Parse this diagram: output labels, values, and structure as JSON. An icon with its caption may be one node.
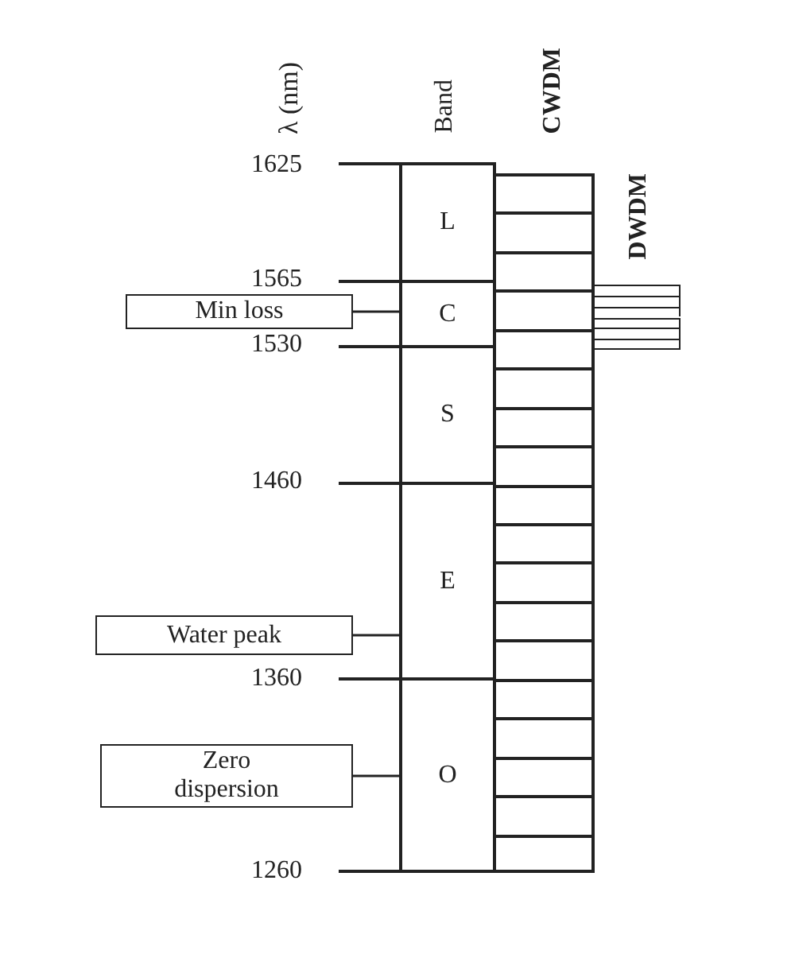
{
  "diagram": {
    "nodes": [
      {
        "text": [
          "L"
        ]
      },
      {
        "text": [
          "C"
        ]
      },
      {
        "text": [
          "S"
        ]
      },
      {
        "text": [
          "E"
        ]
      },
      {
        "text": [
          "O"
        ]
      },
      {
        "text": [],
        "shape": "box"
      },
      {
        "text": [],
        "shape": "box"
      },
      {
        "text": [],
        "shape": "box"
      },
      {
        "text": [],
        "shape": "box"
      },
      {
        "text": [],
        "shape": "box"
      },
      {
        "text": [],
        "shape": "box"
      },
      {
        "text": [],
        "shape": "box"
      },
      {
        "text": [],
        "shape": "box"
      },
      {
        "text": [],
        "shape": "box"
      },
      {
        "text": [],
        "shape": "box"
      },
      {
        "text": [],
        "shape": "box"
      },
      {
        "text": [],
        "shape": "box"
      },
      {
        "text": [],
        "shape": "box"
      },
      {
        "text": [],
        "shape": "box"
      },
      {
        "text": [],
        "shape": "box"
      },
      {
        "text": [],
        "shape": "box"
      },
      {
        "text": [],
        "shape": "box"
      },
      {
        "text": [],
        "shape": "box"
      },
      {
        "text": [],
        "shape": "box"
      },
      {
        "text": [],
        "shape": "box"
      },
      {
        "text": [],
        "shape": "box"
      },
      {
        "text": [],
        "shape": "box"
      },
      {
        "text": [],
        "shape": "box"
      },
      {
        "text": [],
        "shape": "box"
      },
      {
        "text": [
          "Min loss"
        ]
      },
      {
        "text": [
          "Water peak"
        ]
      },
      {
        "text": [
          "Zero dispersion"
        ]
      }
    ],
    "edges": [
      {
        "from": 29,
        "to": 1,
        "arrow": "none"
      },
      {
        "from": 30,
        "to": 3,
        "arrow": "none"
      },
      {
        "from": 31,
        "to": 4,
        "arrow": "none"
      }
    ],
    "labels": [
      "λ (nm)",
      "Band",
      "CWDM",
      "DWDM",
      "1625",
      "1565",
      "1530",
      "1460",
      "1360",
      "1260"
    ]
  }
}
